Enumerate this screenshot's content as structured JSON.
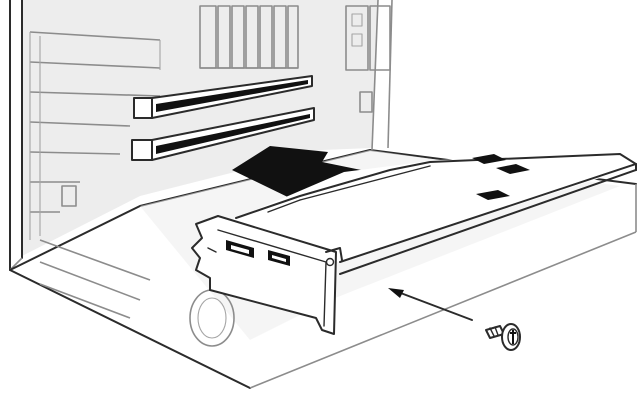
{
  "figure": {
    "subject": "graphics-card-installation",
    "parts": {
      "case": "computer-case",
      "slots": "pci-express-slots",
      "card": "graphics-card",
      "bracket": "card-bracket",
      "screw": "bracket-screw"
    },
    "arrows": {
      "insert": "insert-direction-arrow",
      "screw": "screw-direction-arrow"
    }
  },
  "colors": {
    "line": "#2b2b2b",
    "arrow": "#111111",
    "shade": "#ededed",
    "background": "#ffffff"
  }
}
